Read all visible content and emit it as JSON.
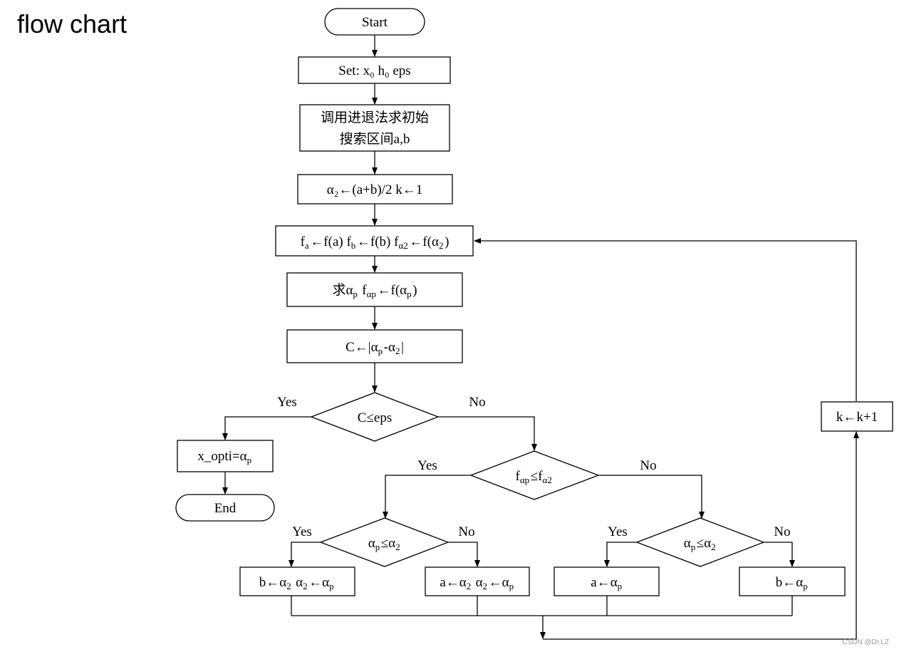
{
  "title": "flow chart",
  "nodes": {
    "start": "Start",
    "set": "Set: x₀ h₀ eps",
    "search_line1": "调用进退法求初始",
    "search_line2": "搜索区间a,b",
    "init": "α₂←(a+b)/2  k←1",
    "eval": "fa←f(a)  fb←f(b) fα2←f(α2)",
    "solve": "求αp fαp←f(αp)",
    "diff": "C←|αp-α2|",
    "cond_eps": "C≤eps",
    "opti": "x_opti=αp",
    "end": "End",
    "cond_f": "fαp≤fα2",
    "cond_alpha_left": "αp≤α2",
    "cond_alpha_right": "αp≤α2",
    "box_b_alpha": "b←α2  α2←αp",
    "box_a_alpha": "a←α2  α2←αp",
    "box_a": "a←αp",
    "box_b": "b←αp",
    "inc": "k←k+1"
  },
  "labels": {
    "yes": "Yes",
    "no": "No"
  },
  "watermark": "CSDN @Dr.LZ"
}
